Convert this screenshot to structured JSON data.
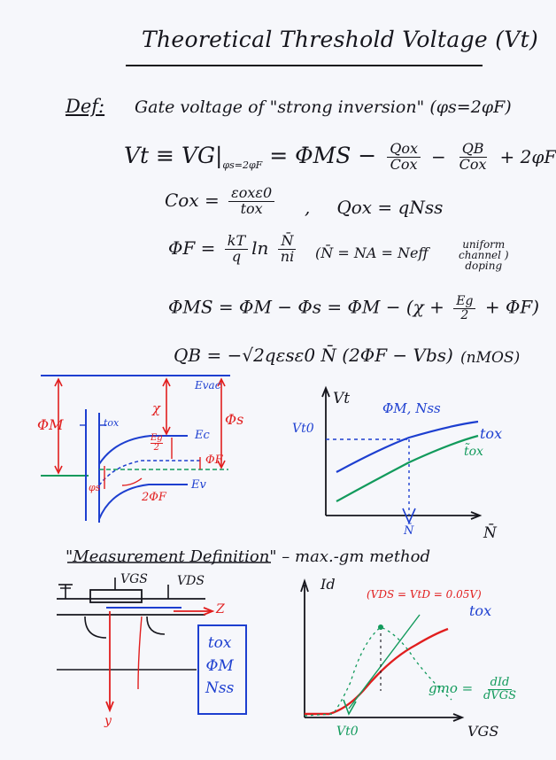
{
  "title": "Theoretical Threshold Voltage (Vt)",
  "definition": {
    "label": "Def:",
    "text": "Gate voltage of \"strong inversion\" (φs=2φF)"
  },
  "equations": {
    "vt_lhs": "Vt ≡ VG|",
    "vt_lhs_sub": "φs=2φF",
    "vt_eq": "= ΦMS −",
    "qox": "Qox",
    "cox": "Cox",
    "qb": "QB",
    "cox2": "Cox",
    "vt_tail": "+ 2φF",
    "cox_lhs": "Cox =",
    "cox_num": "εoxε0",
    "cox_den": "tox",
    "qox_def": "Qox = qNss",
    "phif_lhs": "ΦF =",
    "phif_num": "kT",
    "phif_den": "q",
    "phif_ln": "ln",
    "phif_ln_num": "N̄",
    "phif_ln_den": "ni",
    "phif_note": "(N̄ = NA = Neff",
    "uniform_1": "uniform",
    "uniform_2": "channel )",
    "uniform_3": "doping",
    "phims": "ΦMS = ΦM − Φs = ΦM − (χ +",
    "phims_num": "Eg",
    "phims_den": "2",
    "phims_tail": "+ ΦF)",
    "qb_def": "QB = −√2qεsε0 N̄ (2ΦF − Vbs)",
    "qb_note": "(nMOS)"
  },
  "band_diagram": {
    "phi_m": "ΦM",
    "tox": "tox",
    "chi": "χ",
    "evac": "Evac",
    "phi_s": "Φs",
    "eg2_num": "Eg",
    "eg2_den": "2",
    "ec": "Ec",
    "phif": "ΦF",
    "ev": "Ev",
    "two_phif": "2ΦF",
    "phi_s_small": "φs"
  },
  "vt_plot": {
    "ylabel": "Vt",
    "params": "ΦM, Nss",
    "vt0": "Vt0",
    "tox_blue": "tox",
    "tox_green": "t̃ox",
    "nbar_point": "N̄",
    "xlabel": "N̄"
  },
  "measurement": {
    "heading": "\"Measurement Definition\" – max.-gm method"
  },
  "mosfet": {
    "vgs": "VGS",
    "vds": "VDS",
    "z": "Z",
    "y": "y",
    "box_tox": "tox",
    "box_phim": "ΦM",
    "box_nss": "Nss"
  },
  "id_plot": {
    "ylabel": "Id",
    "condition": "(VDS = VtD = 0.05V)",
    "tox": "tox",
    "gm_lhs": "gmo =",
    "gm_num": "dId",
    "gm_den": "dVGS",
    "vt0": "Vt0",
    "xlabel": "VGS"
  },
  "colors": {
    "ink": "#15151c",
    "blue": "#1d3fd0",
    "red": "#e11e1e",
    "green": "#129a5c"
  }
}
